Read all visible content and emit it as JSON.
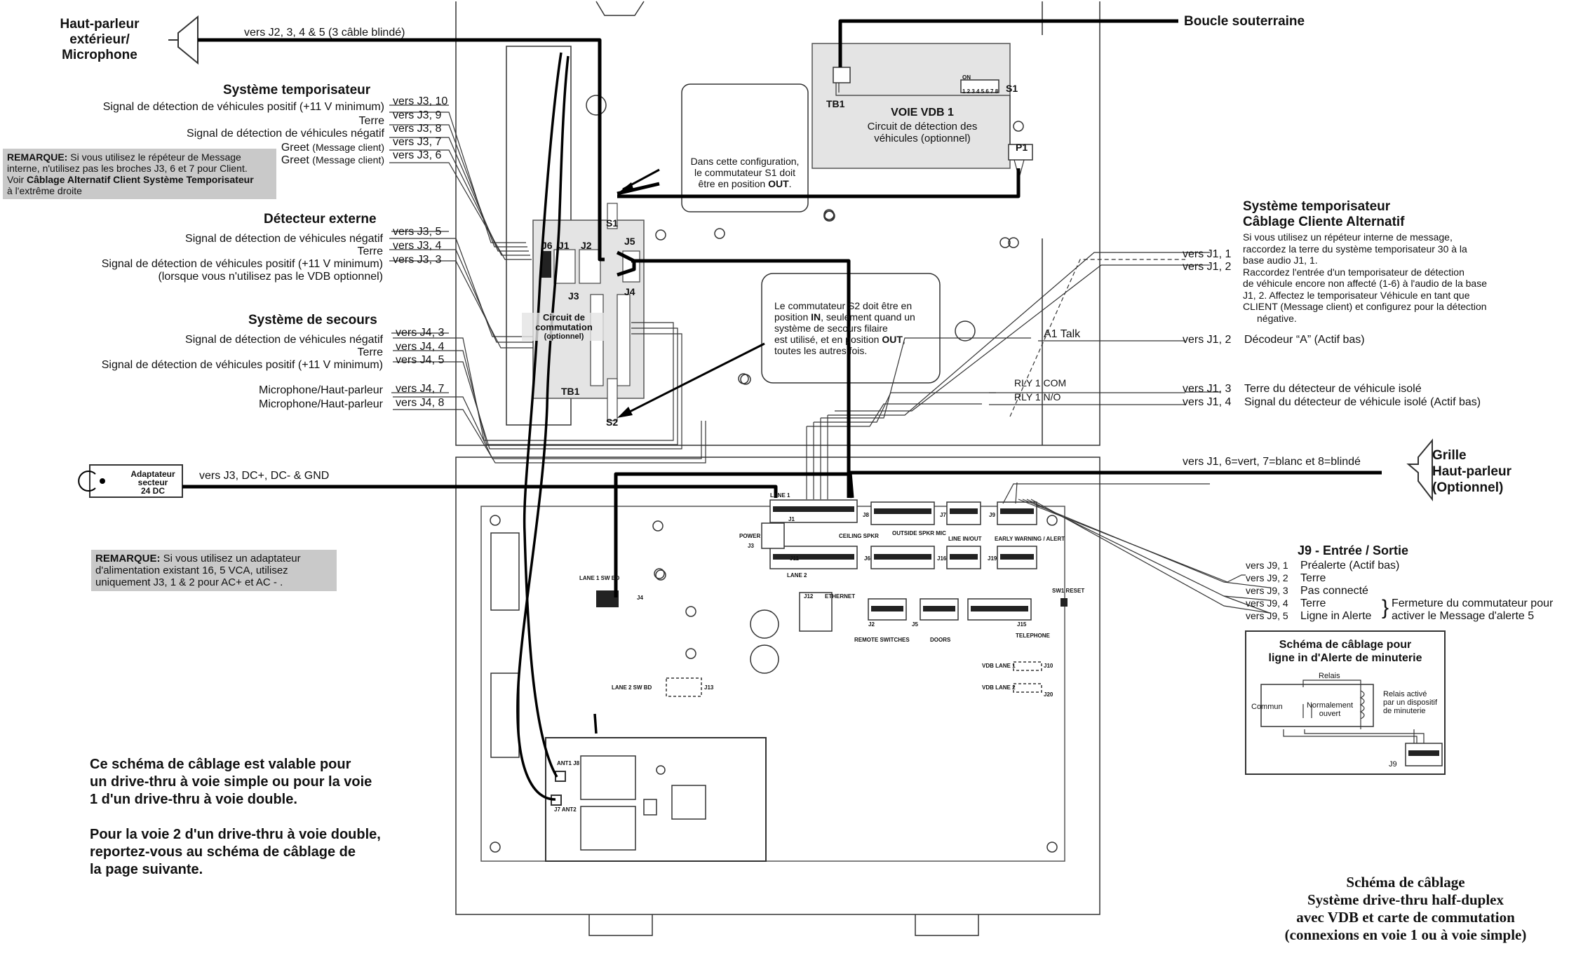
{
  "left": {
    "speaker": {
      "l1": "Haut-parleur",
      "l2": "extérieur/",
      "l3": "Microphone"
    },
    "speaker_cable": "vers J2, 3, 4 & 5 (3 câble blindé)",
    "timer": {
      "title": "Système temporisateur",
      "rows": [
        {
          "label": "Signal de détection de véhicules positif (+11 V minimum)",
          "to": "vers J3, 10"
        },
        {
          "label": "Terre",
          "to": "vers J3, 9"
        },
        {
          "label": "Signal de détection de véhicules négatif",
          "to": "vers J3, 8"
        },
        {
          "label": "Greet",
          "small": "(Message client)",
          "to": "vers J3, 7"
        },
        {
          "label": "Greet",
          "small": "(Message client)",
          "to": "vers J3, 6"
        }
      ]
    },
    "note1": {
      "bold": "REMARQUE:",
      "l1": " Si vous utilisez le répéteur de Message",
      "l2": "interne, n'utilisez pas les broches J3, 6 et 7 pour Client.",
      "l3a": "Voir ",
      "l3b": "Câblage Alternatif Client Système Temporisateur",
      "l4": "à l'extrême droite"
    },
    "external": {
      "title": "Détecteur externe",
      "rows": [
        {
          "label": "Signal de détection de véhicules négatif",
          "to": "vers J3, 5"
        },
        {
          "label": "Terre",
          "to": "vers J3, 4"
        },
        {
          "label": "Signal de détection de véhicules positif (+11 V minimum)",
          "to": "vers J3, 3"
        }
      ],
      "note": "(lorsque vous n'utilisez pas le VDB optionnel)"
    },
    "backup": {
      "title": "Système de secours",
      "rows": [
        {
          "label": "Signal de détection de véhicules négatif",
          "to": "vers J4, 3"
        },
        {
          "label": "Terre",
          "to": "vers J4, 4"
        },
        {
          "label": "Signal de détection de véhicules positif (+11 V minimum)",
          "to": "vers J4, 5"
        },
        {
          "label": "Microphone/Haut-parleur",
          "to": "vers J4, 7"
        },
        {
          "label": "Microphone/Haut-parleur",
          "to": "vers J4, 8"
        }
      ]
    },
    "adapter": {
      "l1": "Adaptateur",
      "l2": "secteur",
      "l3": "24 DC",
      "to": "vers J3, DC+, DC- & GND"
    },
    "note2": {
      "bold": "REMARQUE:",
      "l1": " Si vous utilisez un adaptateur",
      "l2": "d'alimentation existant 16, 5 VCA, utilisez",
      "l3": "uniquement J3, 1 & 2 pour AC+ et AC - ."
    },
    "footer": {
      "l1": "Ce schéma de câblage est valable pour",
      "l2": "un drive-thru à voie simple ou pour la voie",
      "l3": "1 d'un drive-thru à voie double.",
      "l4": "Pour la voie 2 d'un drive-thru à voie double,",
      "l5": "reportez-vous au schéma de câblage de",
      "l6": "la page suivante."
    }
  },
  "center": {
    "loop": "Boucle souterraine",
    "vdb": {
      "tb1": "TB1",
      "title": "VOIE VDB 1",
      "l1": "Circuit de détection des",
      "l2": "véhicules (optionnel)",
      "s1": "S1",
      "p1": "P1",
      "on": "ON",
      "dip": "1 2 3 4 5 6 7 8"
    },
    "s1_note": {
      "l1": "Dans cette configuration,",
      "l2": "le commutateur S1 doit",
      "l3": "être en position ",
      "bold": "OUT",
      "l3end": "."
    },
    "s2_note": {
      "l1": "Le commutateur S2 doit être en",
      "l2a": "position ",
      "l2b": "IN",
      "l2c": ", seulement quand un",
      "l3": "système de secours filaire",
      "l4a": "est utilisé, et en position ",
      "l4b": "OUT",
      ",l4c": ",",
      "l5": "toutes les autres fois."
    },
    "switch_board": {
      "s1": "S1",
      "j6": "J6",
      "j1": "J1",
      "j2": "J2",
      "j5": "J5",
      "j3": "J3",
      "j4": "J4",
      "tb1": "TB1",
      "s2": "S2",
      "c1": "Circuit de",
      "c2": "commutation",
      "c3": "(optionnel)"
    },
    "a1talk": "A1 Talk",
    "rly_com": "RLY 1 COM",
    "rly_no": "RLY 1 N/O",
    "main_board": {
      "lane1": "LANE 1",
      "j1": "J1",
      "power": "POWER",
      "j3": "J3",
      "j8": "J8",
      "j7": "J7",
      "j9": "J9",
      "ceiling": "CEILING SPKR",
      "outside": "OUTSIDE SPKR MIC",
      "linein": "LINE IN/OUT",
      "early": "EARLY WARNING / ALERT",
      "j11": "J11",
      "j6": "J6",
      "j16": "J16",
      "j19": "J19",
      "lane2": "LANE 2",
      "lane1sw": "LANE 1 SW BD",
      "j4": "J4",
      "j12": "J12",
      "ethernet": "ETHERNET",
      "j2": "J2",
      "j5": "J5",
      "j15": "J15",
      "sw1": "SW1 RESET",
      "remote": "REMOTE SWITCHES",
      "doors": "DOORS",
      "telephone": "TELEPHONE",
      "vdb1": "VDB LANE 1",
      "j10": "J10",
      "vdb2": "VDB LANE 2",
      "j20": "J20",
      "lane2sw": "LANE 2 SW BD",
      "j13": "J13",
      "ant1": "ANT1 J8",
      "ant2": "J7 ANT2"
    }
  },
  "right": {
    "alt": {
      "title1": "Système temporisateur",
      "title2": "Câblage Cliente Alternatif",
      "lines": [
        "Si vous utilisez un répéteur interne de message,",
        "raccordez la terre du système temporisateur 30 à la",
        "base audio J1, 1.",
        "Raccordez l'entrée d'un temporisateur de détection",
        "de véhicule encore non affecté (1-6) à l'audio de la base",
        "J1, 2. Affectez le temporisateur Véhicule en tant que",
        "CLIENT (Message client) et configurez pour la détection",
        "négative."
      ],
      "to1": "vers J1, 1",
      "to2": "vers J1, 2"
    },
    "decoder": {
      "to": "vers J1, 2",
      "label": "Décodeur “A” (Actif bas)"
    },
    "isolated": [
      {
        "to": "vers J1, 3",
        "label": "Terre du détecteur de véhicule isolé"
      },
      {
        "to": "vers J1, 4",
        "label": "Signal du détecteur de véhicule isolé (Actif bas)"
      }
    ],
    "grille": {
      "to": "vers J1, 6=vert, 7=blanc et 8=blindé",
      "l1": "Grille",
      "l2": "Haut-parleur",
      "l3": "(Optionnel)"
    },
    "j9": {
      "title": "J9 - Entrée / Sortie",
      "rows": [
        {
          "to": "vers J9, 1",
          "label": "Préalerte (Actif bas)"
        },
        {
          "to": "vers J9, 2",
          "label": "Terre"
        },
        {
          "to": "vers J9, 3",
          "label": "Pas connecté"
        },
        {
          "to": "vers J9, 4",
          "label": "Terre"
        },
        {
          "to": "vers J9, 5",
          "label": "Ligne in Alerte"
        }
      ],
      "close1": "Fermeture du commutateur pour",
      "close2": "activer le Message d'alerte 5"
    },
    "relay_box": {
      "title1": "Schéma de câblage pour",
      "title2": "ligne in d'Alerte de minuterie",
      "relais": "Relais",
      "commun": "Commun",
      "norm1": "Normalement",
      "norm2": "ouvert",
      "act1": "Relais activé",
      "act2": "par un dispositif",
      "act3": "de minuterie",
      "j9": "J9"
    },
    "caption": {
      "l1": "Schéma de câblage",
      "l2": "Système drive-thru half-duplex",
      "l3": "avec VDB et carte de commutation",
      "l4": "(connexions en voie 1 ou à voie simple)"
    }
  }
}
